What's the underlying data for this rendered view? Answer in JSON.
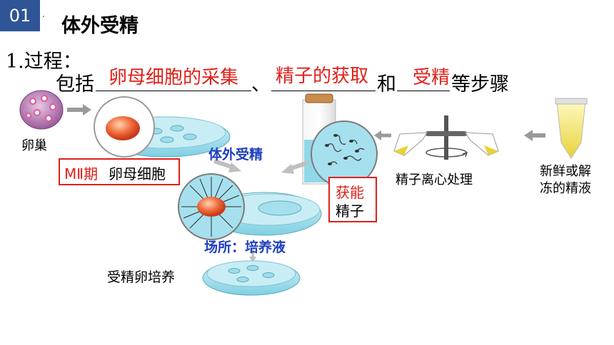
{
  "header": {
    "section_number": "01",
    "title": "体外受精"
  },
  "process": {
    "heading": "1.过程：",
    "prefix": "包括",
    "sep1": "、",
    "sep2": "和",
    "suffix": "等步骤",
    "answer1": "卵母细胞的采集",
    "answer2": "精子的获取",
    "answer3": "受精"
  },
  "diagram": {
    "ovary_label": "卵巢",
    "oocyte_label_red": "MⅡ期",
    "oocyte_label_black": "卵母细胞",
    "ivf_label": "体外受精",
    "capacitated_red": "获能",
    "capacitated_black": "精子",
    "centrifuge_label": "精子离心处理",
    "semen_label_line1": "新鲜或解",
    "semen_label_line2": "冻的精液",
    "place_label": "场所：培养液",
    "culture_label": "受精卵培养"
  },
  "colors": {
    "accent_blue": "#2f5597",
    "answer_red": "#e0201a",
    "label_blue": "#1f3fbf",
    "dish_cyan": "#8fd8e8"
  }
}
